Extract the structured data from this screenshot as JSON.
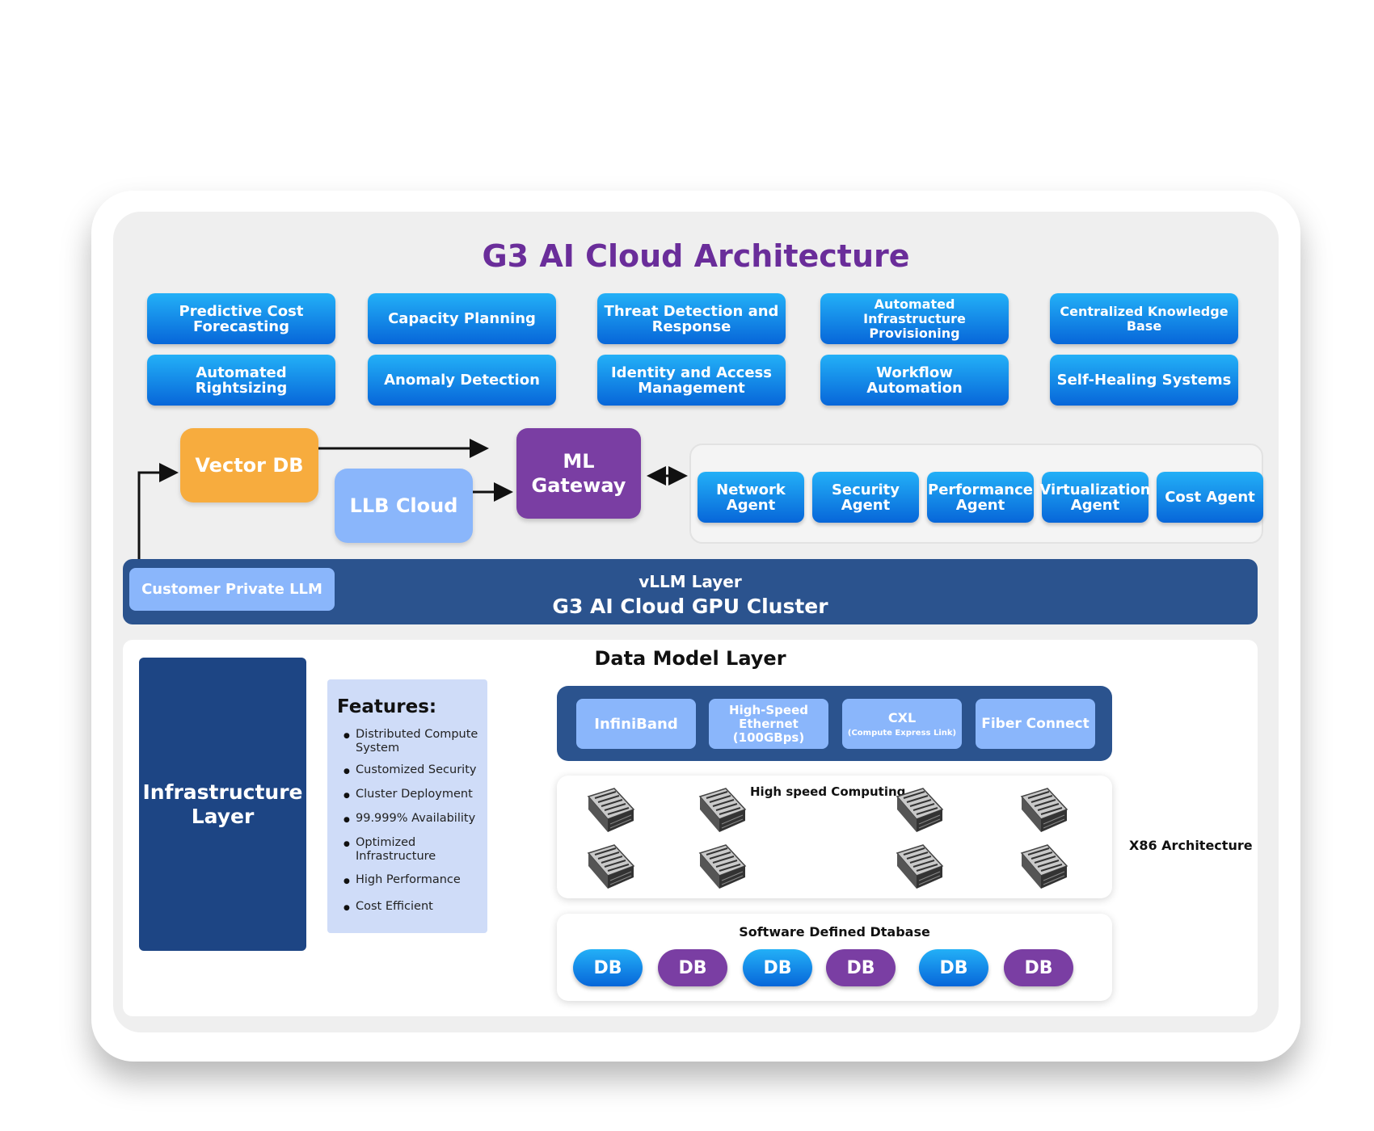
{
  "title": "G3 AI Cloud Architecture",
  "services_row1": [
    "Predictive Cost Forecasting",
    "Capacity Planning",
    "Threat Detection and Response",
    "Automated Infrastructure Provisioning",
    "Centralized Knowledge Base"
  ],
  "services_row2": [
    "Automated Rightsizing",
    "Anomaly Detection",
    "Identity and Access Management",
    "Workflow Automation",
    "Self-Healing Systems"
  ],
  "nodes": {
    "vector_db": "Vector DB",
    "llb_cloud": "LLB Cloud",
    "ml_gateway": "ML Gateway"
  },
  "agents": [
    "Network Agent",
    "Security Agent",
    "Performance Agent",
    "Virtualization Agent",
    "Cost Agent"
  ],
  "vllm": {
    "customer_llm": "Customer Private LLM",
    "layer_label": "vLLM Layer",
    "cluster_label": "G3 AI Cloud GPU Cluster"
  },
  "data_model": {
    "title": "Data Model Layer",
    "infrastructure": "Infrastructure Layer",
    "features_title": "Features:",
    "features": [
      "Distributed Compute System",
      "Customized Security",
      "Cluster Deployment",
      "99.999% Availability",
      "Optimized Infrastructure",
      "High Performance",
      "Cost Efficient"
    ],
    "interconnects": {
      "infiniband": "InfiniBand",
      "ethernet": "High-Speed Ethernet (100GBps)",
      "cxl": "CXL",
      "cxl_sub": "(Compute Express Link)",
      "fiber": "Fiber Connect"
    },
    "hsc_label": "High speed Computing",
    "x86_label": "X86 Architecture",
    "sdb_label": "Software Defined Dtabase",
    "db_label": "DB"
  },
  "colors": {
    "title_purple": "#6a2d9a",
    "service_blue": "#0b7fe6",
    "vector_orange": "#f7ac3e",
    "llb_lightblue": "#8ab6fb",
    "gateway_purple": "#7a3ea3",
    "vllm_navy": "#2b538e",
    "infra_navy": "#1d4584"
  },
  "icons": [
    "server-rack-icon",
    "bidirectional-arrow-icon",
    "bracket-icon"
  ]
}
